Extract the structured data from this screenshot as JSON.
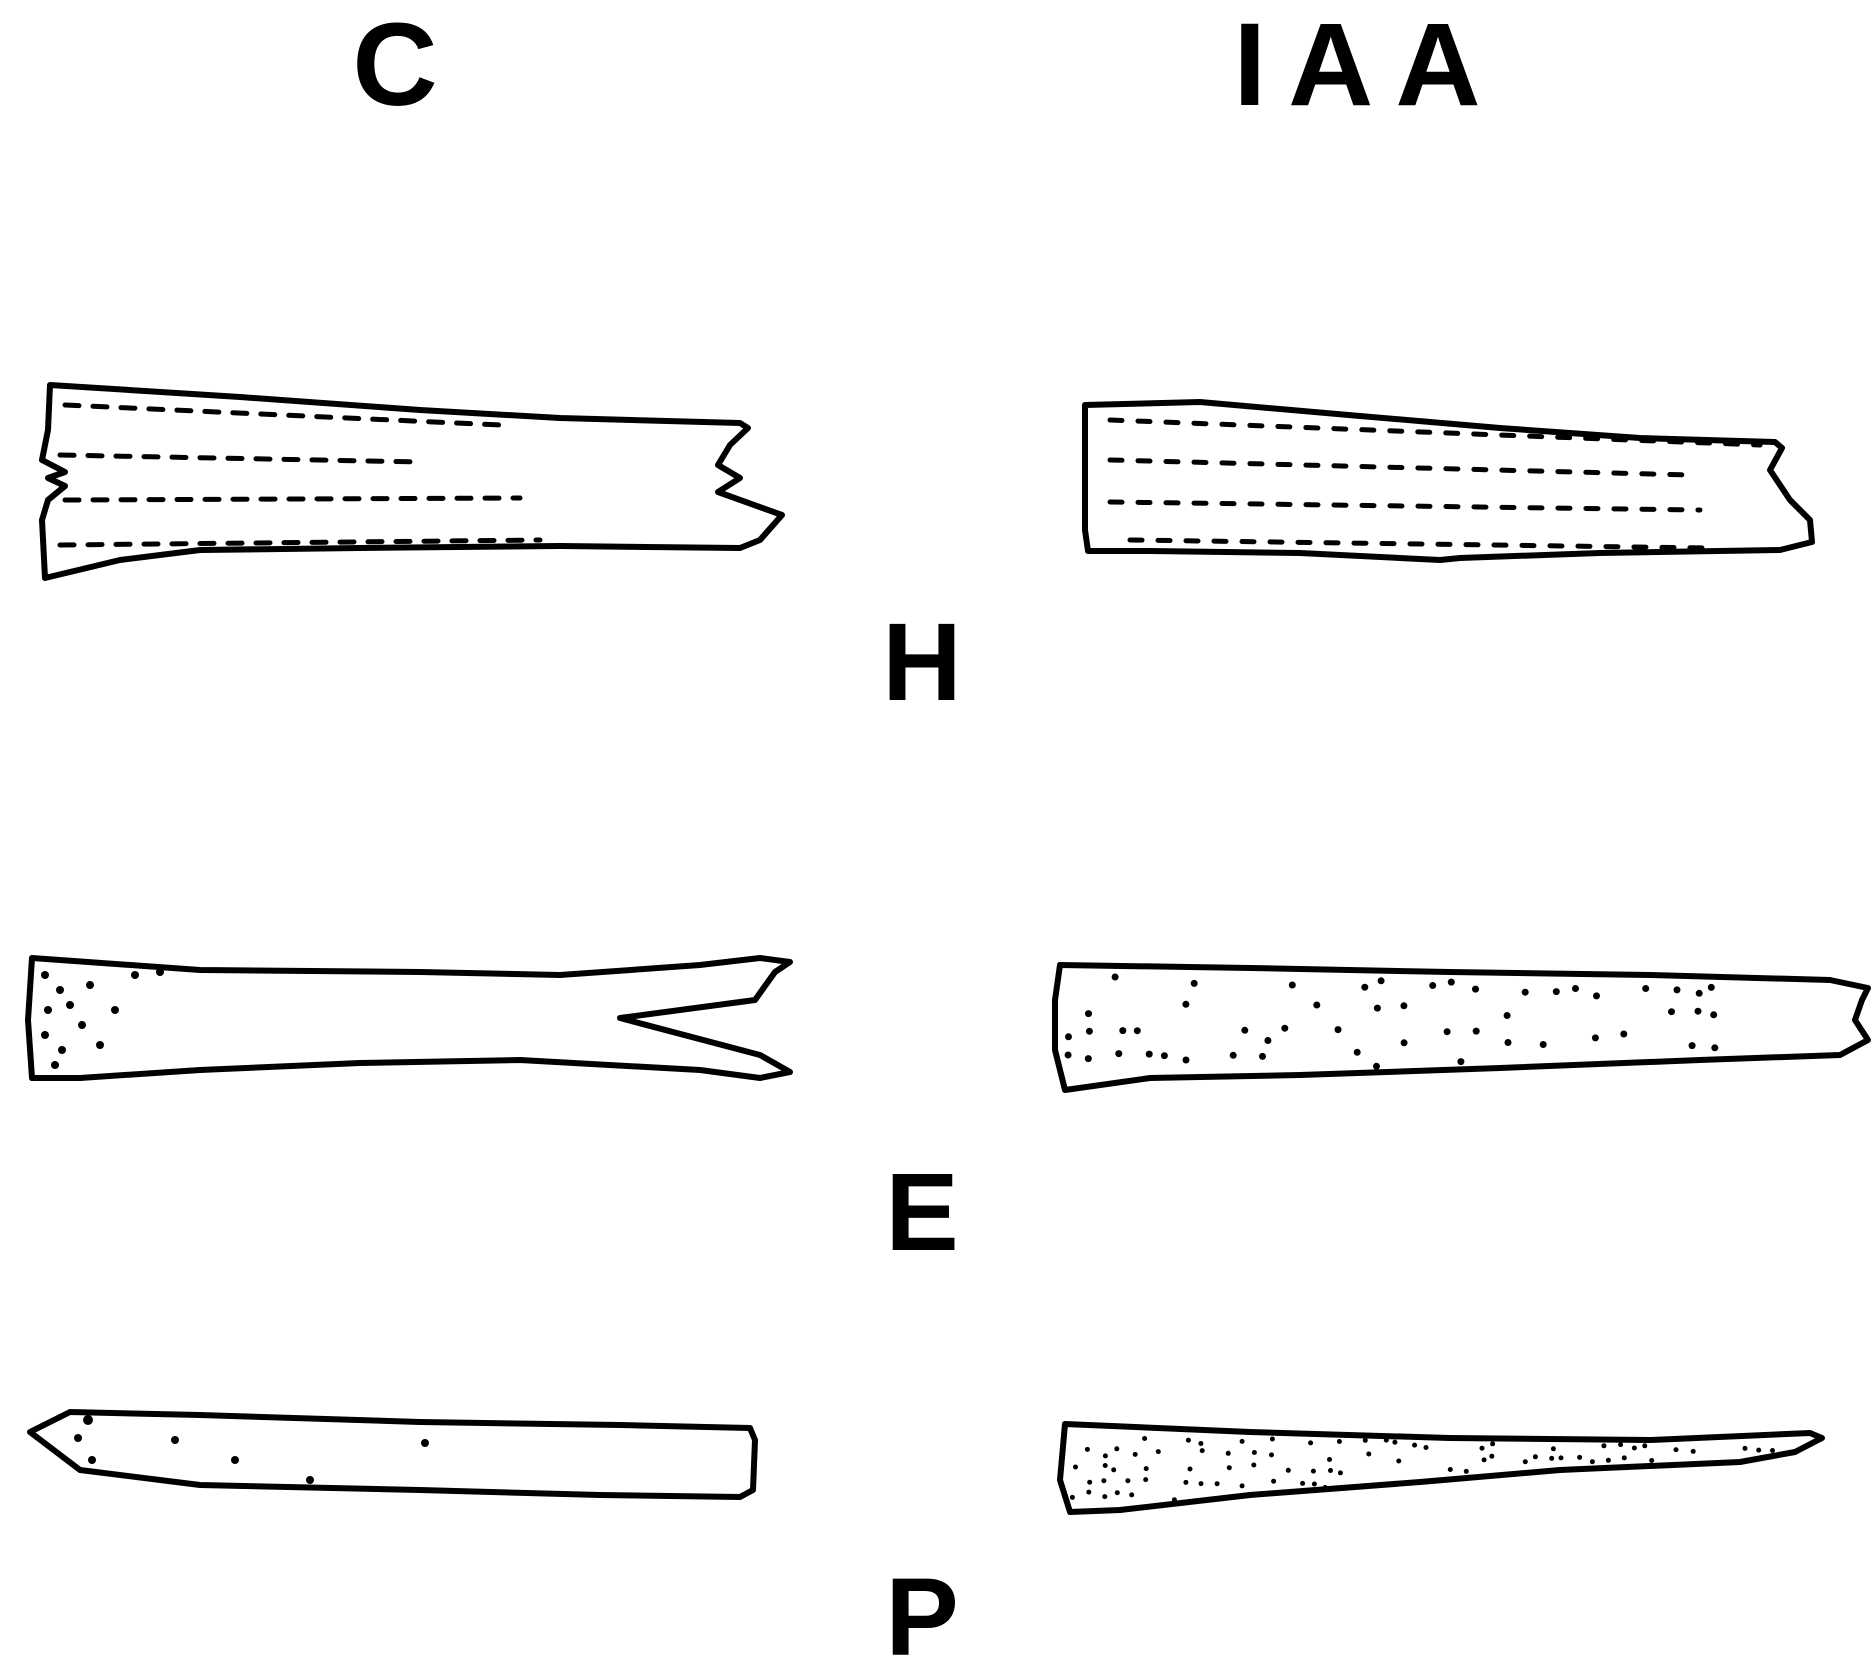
{
  "labels": {
    "col_left": "C",
    "col_right": "IAA",
    "row_top": "H",
    "row_mid": "E",
    "row_bottom": "P"
  },
  "colors": {
    "ink": "#000000",
    "background": "#ffffff"
  }
}
